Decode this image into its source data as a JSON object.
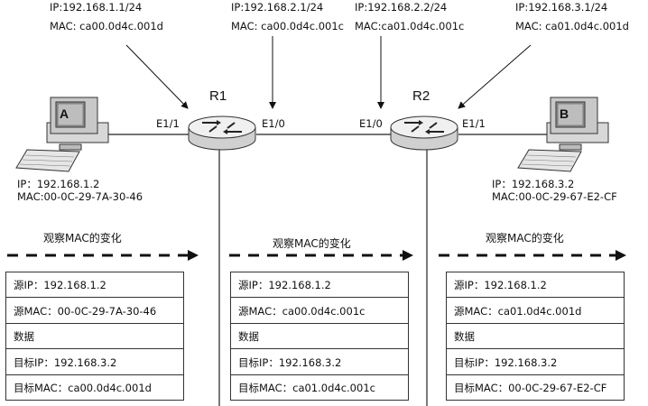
{
  "top_labels": {
    "A": {
      "ip": "IP:192.168.1.1/24",
      "mac": "MAC: ca00.0d4c.001d"
    },
    "B": {
      "ip": "IP:192.168.2.1/24",
      "mac": "MAC: ca00.0d4c.001c"
    },
    "C": {
      "ip": "IP:192.168.2.2/24",
      "mac": "MAC:ca01.0d4c.001c"
    },
    "D": {
      "ip": "IP:192.168.3.1/24",
      "mac": "MAC: ca01.0d4c.001d"
    }
  },
  "routers": {
    "r1": "R1",
    "r2": "R2"
  },
  "ports": {
    "r1_left": "E1/1",
    "r1_right": "E1/0",
    "r2_left": "E1/0",
    "r2_right": "E1/1"
  },
  "hosts": {
    "a": {
      "letter": "A",
      "ip": "IP：192.168.1.2",
      "mac": "MAC:00-0C-29-7A-30-46"
    },
    "b": {
      "letter": "B",
      "ip": "IP：192.168.3.2",
      "mac": "MAC:00-0C-29-67-E2-CF"
    }
  },
  "observe_label": "观察MAC的变化",
  "packets": [
    {
      "rows": [
        "源IP：192.168.1.2",
        "源MAC：00-0C-29-7A-30-46",
        "数据",
        "目标IP：192.168.3.2",
        "目标MAC：ca00.0d4c.001d"
      ]
    },
    {
      "rows": [
        "源IP：192.168.1.2",
        "源MAC：ca00.0d4c.001c",
        "数据",
        "目标IP：192.168.3.2",
        "目标MAC：ca01.0d4c.001c"
      ]
    },
    {
      "rows": [
        "源IP：192.168.1.2",
        "源MAC：ca01.0d4c.001d",
        "数据",
        "目标IP：192.168.3.2",
        "目标MAC：00-0C-29-67-E2-CF"
      ]
    }
  ]
}
